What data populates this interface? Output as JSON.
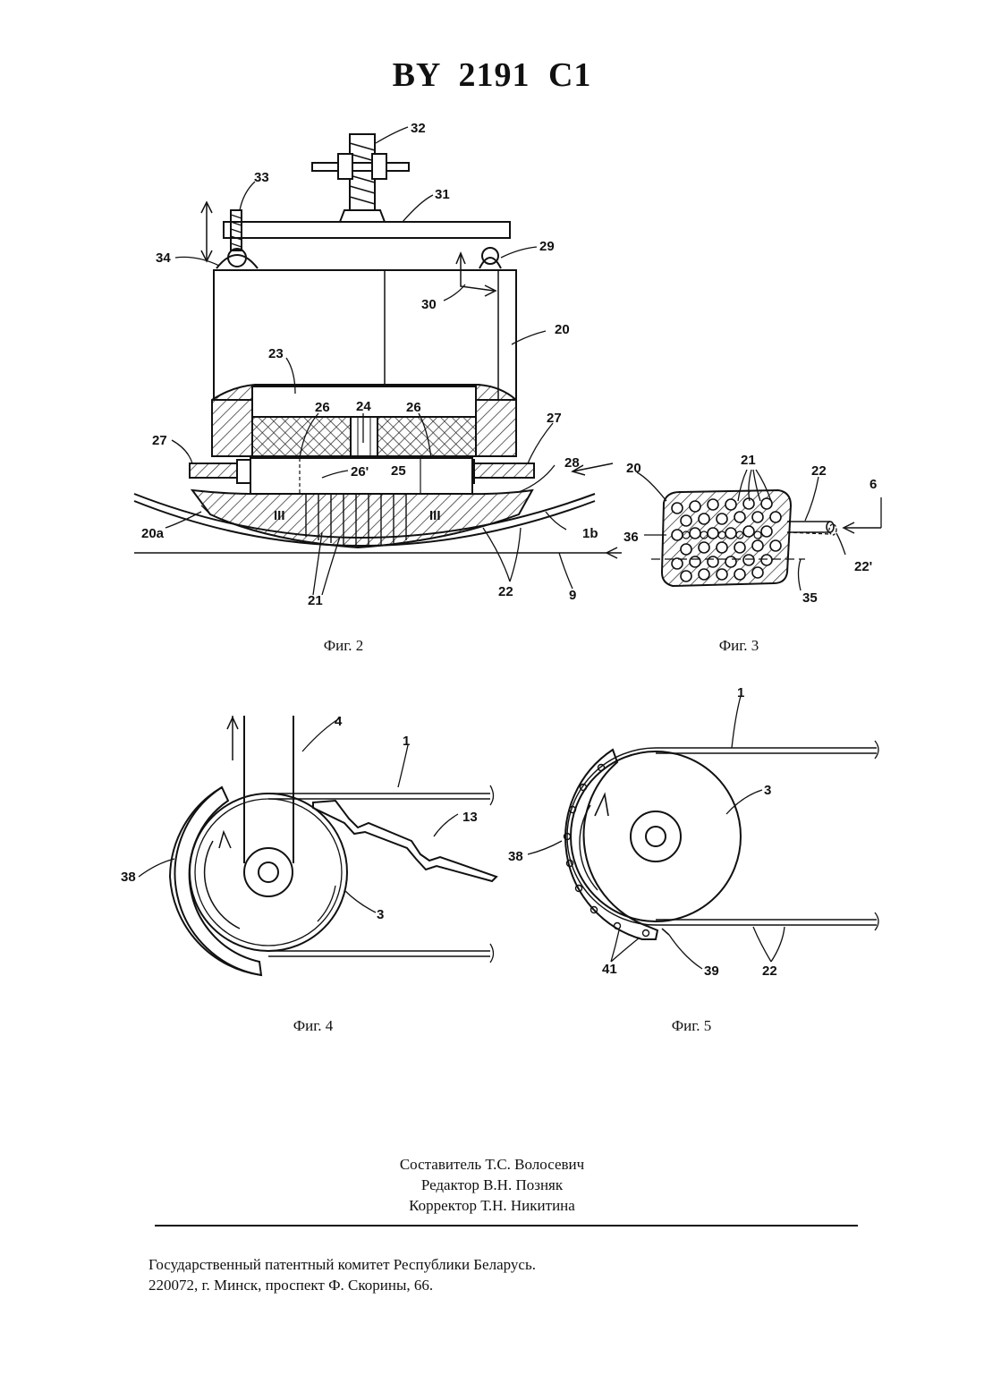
{
  "header": {
    "title": "BY 2191 C1"
  },
  "figures": {
    "fig2": {
      "caption": "Фиг. 2",
      "labels": [
        "32",
        "31",
        "33",
        "34",
        "29",
        "30",
        "20",
        "23",
        "24",
        "26",
        "26",
        "27",
        "27",
        "28",
        "26'",
        "25",
        "III",
        "III",
        "20a",
        "1b",
        "21",
        "22",
        "9"
      ]
    },
    "fig3": {
      "caption": "Фиг. 3",
      "labels": [
        "21",
        "20",
        "22",
        "6",
        "36",
        "22'",
        "35"
      ]
    },
    "fig4": {
      "caption": "Фиг. 4",
      "labels": [
        "4",
        "1",
        "13",
        "38",
        "3"
      ]
    },
    "fig5": {
      "caption": "Фиг. 5",
      "labels": [
        "1",
        "3",
        "38",
        "41",
        "39",
        "22"
      ]
    }
  },
  "credits": {
    "compiler": "Составитель Т.С. Волосевич",
    "editor": "Редактор В.Н. Позняк",
    "corrector": "Корректор Т.Н. Никитина"
  },
  "footer": {
    "line1": "Государственный патентный комитет Республики Беларусь.",
    "line2": "220072, г. Минск, проспект Ф. Скорины, 66."
  }
}
